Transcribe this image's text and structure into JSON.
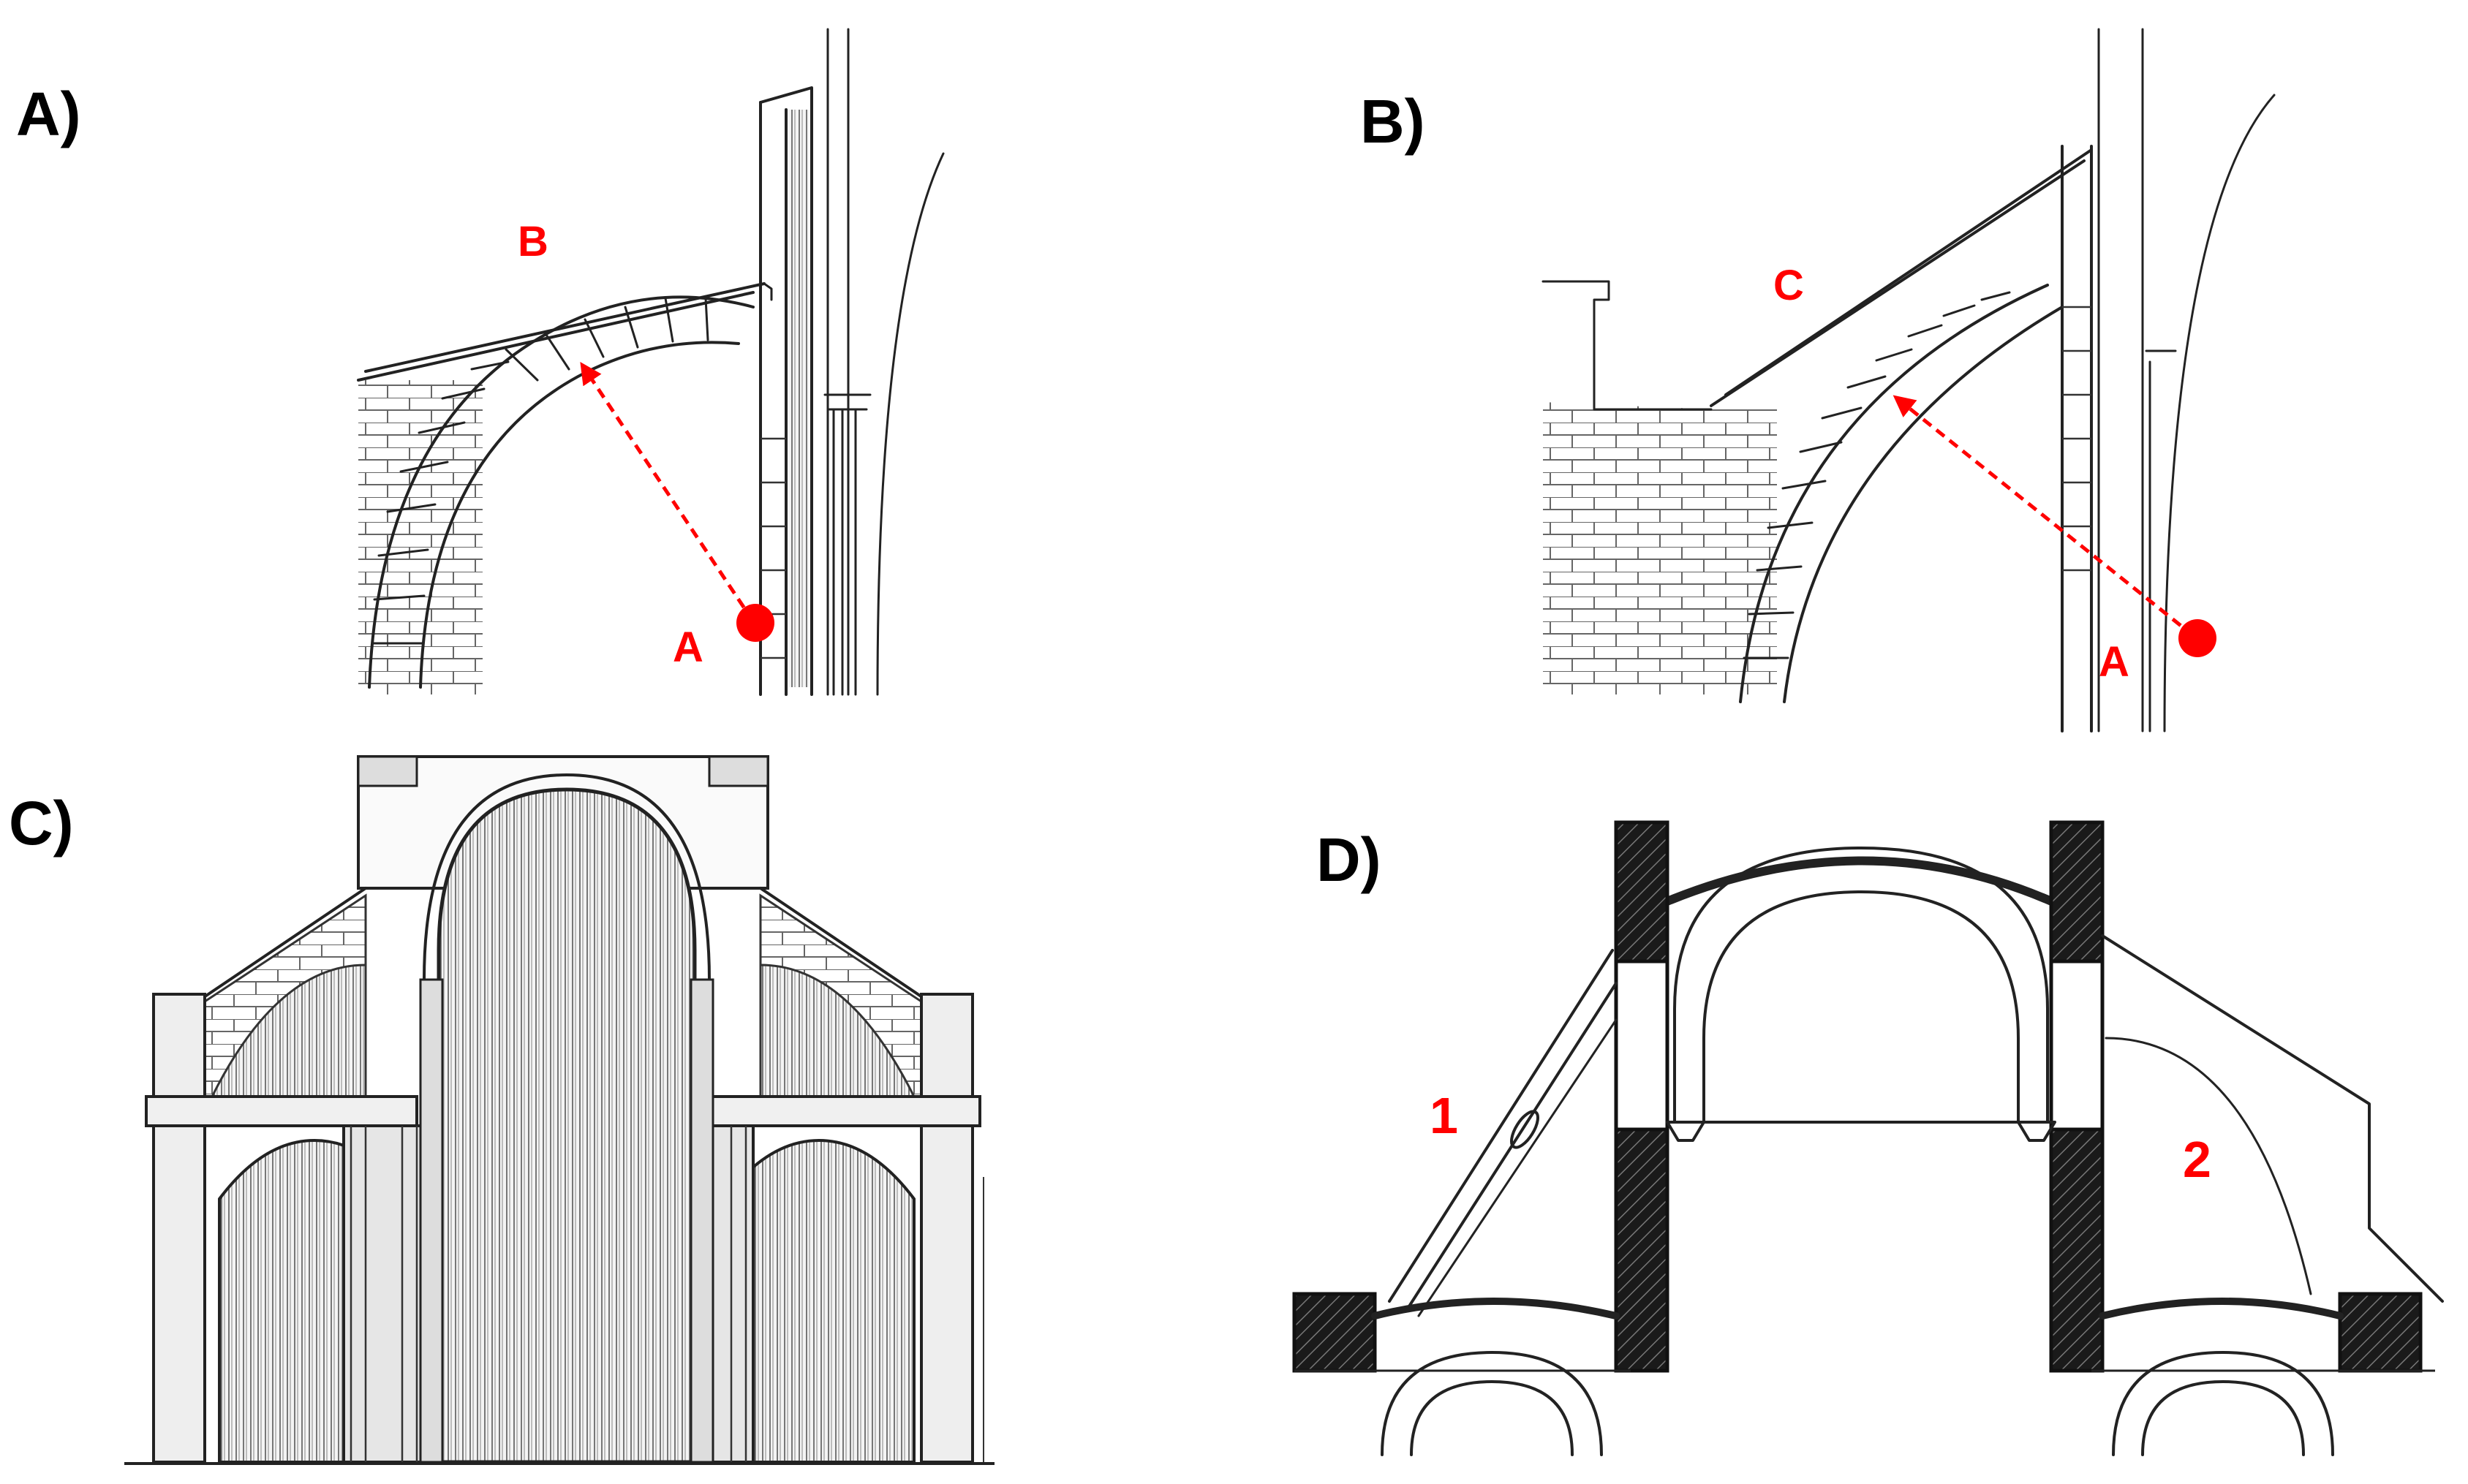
{
  "panels": {
    "a": {
      "letter": "A)",
      "labels": {
        "point": "A",
        "arch": "B"
      }
    },
    "b": {
      "letter": "B)",
      "labels": {
        "point": "A",
        "arch": "C"
      }
    },
    "c": {
      "letter": "C)"
    },
    "d": {
      "letter": "D)",
      "labels": {
        "flying_buttress": "1",
        "wall_buttress": "2"
      }
    }
  },
  "colors": {
    "annotation": "#ff0000",
    "ink": "#222222",
    "hatch": "#111111"
  }
}
